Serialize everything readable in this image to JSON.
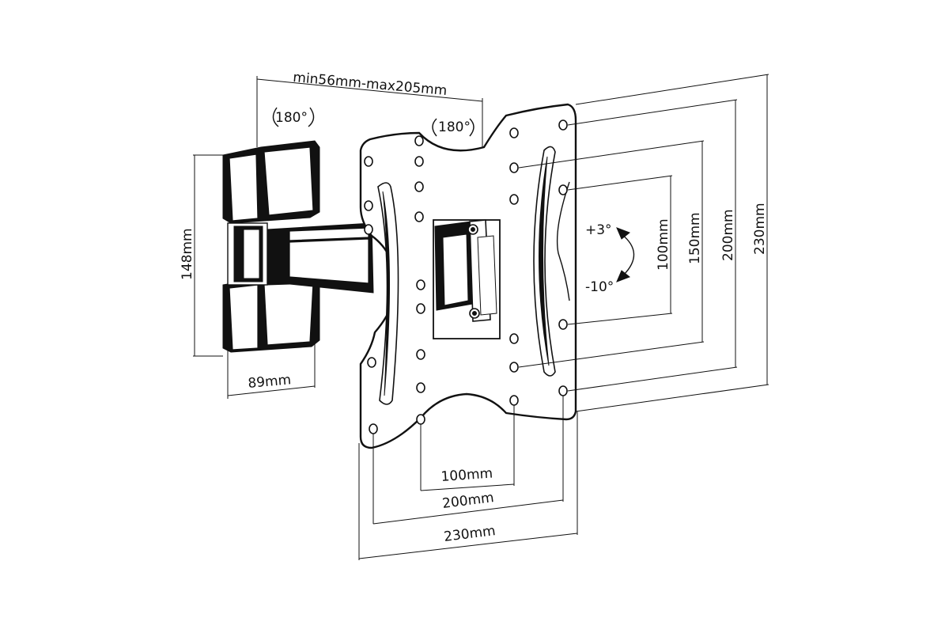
{
  "diagram": {
    "labels": {
      "arm_extension": "min56mm-max205mm",
      "swivel_left": "180°",
      "swivel_right": "180°",
      "wall_height": "148mm",
      "wall_width": "89mm",
      "tilt_up": "+3°",
      "tilt_down": "-10°",
      "vesa_v_100": "100mm",
      "vesa_v_150": "150mm",
      "vesa_v_200": "200mm",
      "vesa_v_230": "230mm",
      "vesa_h_100": "100mm",
      "vesa_h_200": "200mm",
      "vesa_h_230": "230mm"
    },
    "colors": {
      "line": "#111111",
      "background": "#ffffff"
    }
  }
}
